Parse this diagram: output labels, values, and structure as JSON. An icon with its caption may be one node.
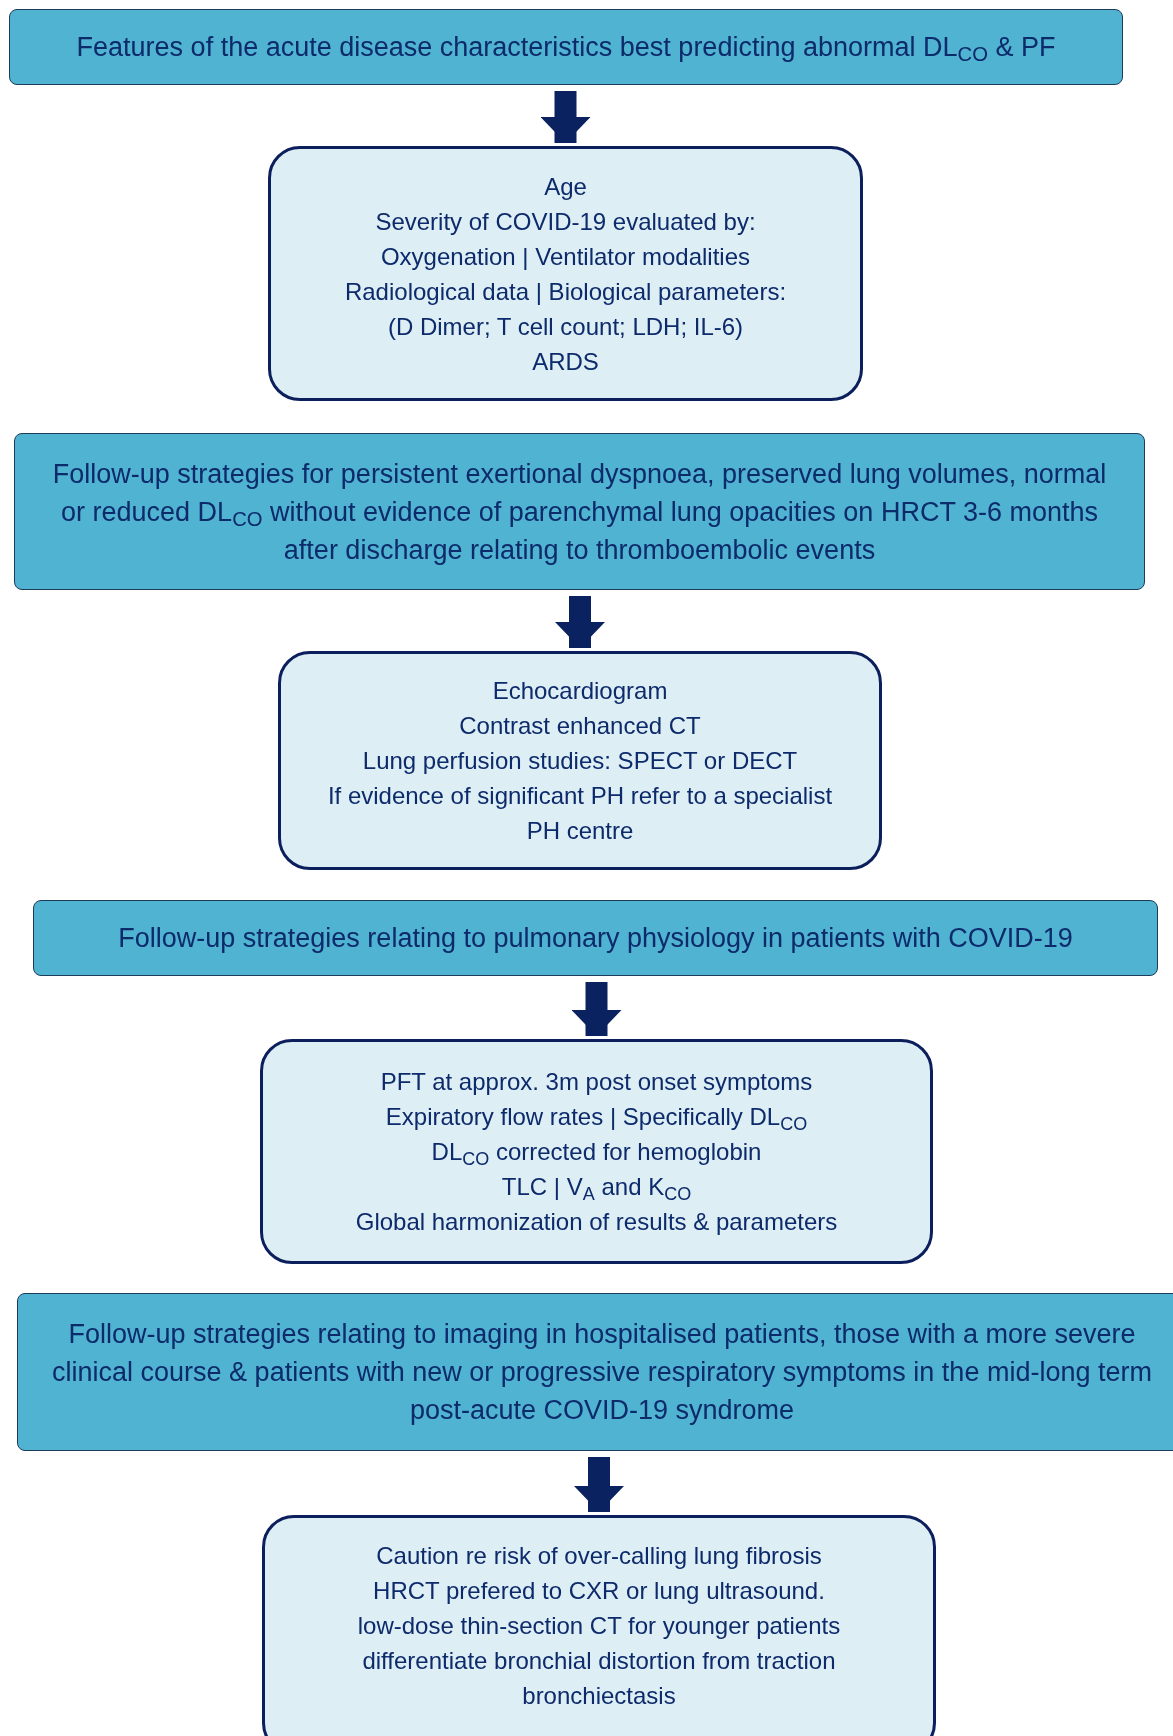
{
  "diagram": {
    "nodes": [
      {
        "text": [
          "Features of the acute disease characteristics best predicting abnormal DL$_{CO}$ & PF"
        ]
      },
      {
        "text": [
          "Age",
          "Severity of COVID-19 evaluated by:",
          "Oxygenation | Ventilator modalities",
          "Radiological data | Biological parameters:",
          "(D Dimer; T cell count; LDH; IL-6)",
          "ARDS"
        ]
      },
      {
        "text": [
          "Follow-up strategies for persistent exertional dyspnoea, preserved lung volumes, normal or reduced DL$_{CO}$ without evidence of parenchymal lung opacities on HRCT 3-6 months after discharge relating to thromboembolic events"
        ]
      },
      {
        "text": [
          "Echocardiogram",
          "Contrast enhanced CT",
          "Lung perfusion studies: SPECT or DECT",
          "If evidence of significant PH refer to a specialist PH centre"
        ]
      },
      {
        "text": [
          "Follow-up strategies relating to pulmonary physiology in patients with COVID-19"
        ]
      },
      {
        "text": [
          "PFT at approx. 3m post onset symptoms",
          "Expiratory flow rates | Specifically DL$_{CO}$",
          "DL$_{CO}$ corrected for hemoglobin",
          "TLC | V$_{A}$ and K$_{CO}$",
          "Global harmonization of results & parameters"
        ]
      },
      {
        "text": [
          "Follow-up strategies relating to imaging in hospitalised patients, those with a more severe clinical course & patients with new or progressive respiratory symptoms in the mid-long term post-acute COVID-19 syndrome"
        ]
      },
      {
        "text": [
          "Caution re risk of over-calling lung fibrosis",
          "HRCT prefered to CXR or lung ultrasound.",
          "low-dose thin-section CT for younger patients",
          "differentiate bronchial distortion from traction bronchiectasis"
        ]
      }
    ],
    "edges": [
      {
        "from": 0,
        "to": 1,
        "arrow": "to"
      },
      {
        "from": 2,
        "to": 3,
        "arrow": "to"
      },
      {
        "from": 4,
        "to": 5,
        "arrow": "to"
      },
      {
        "from": 6,
        "to": 7,
        "arrow": "to"
      }
    ]
  }
}
